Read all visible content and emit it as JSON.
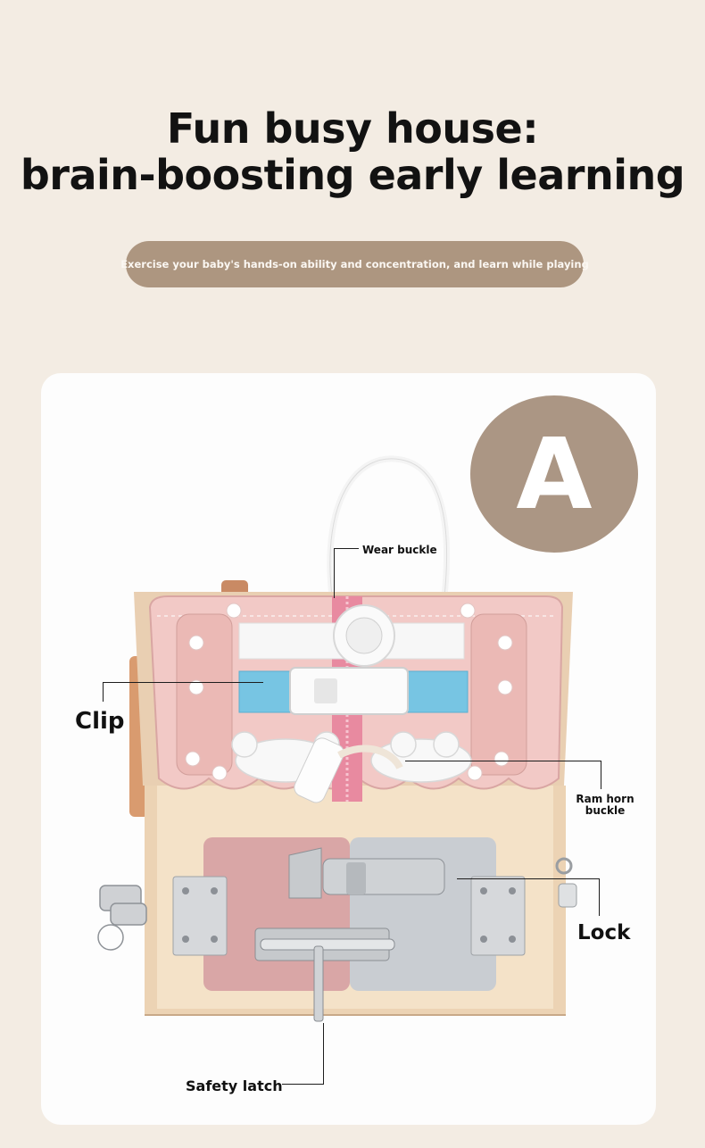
{
  "header": {
    "title_line1": "Fun busy house:",
    "title_line2": "brain-boosting early learning",
    "subtitle": "Exercise your baby's hands-on ability and concentration, and learn while playing"
  },
  "badge": {
    "letter": "A"
  },
  "callouts": {
    "wear_buckle": "Wear buckle",
    "clip": "Clip",
    "ram_horn_buckle_line1": "Ram horn",
    "ram_horn_buckle_line2": "buckle",
    "lock": "Lock",
    "safety_latch": "Safety latch"
  },
  "colors": {
    "background": "#f3ece3",
    "pill": "#ad9680",
    "badge": "#ab9684",
    "card": "#fdfdfd"
  }
}
